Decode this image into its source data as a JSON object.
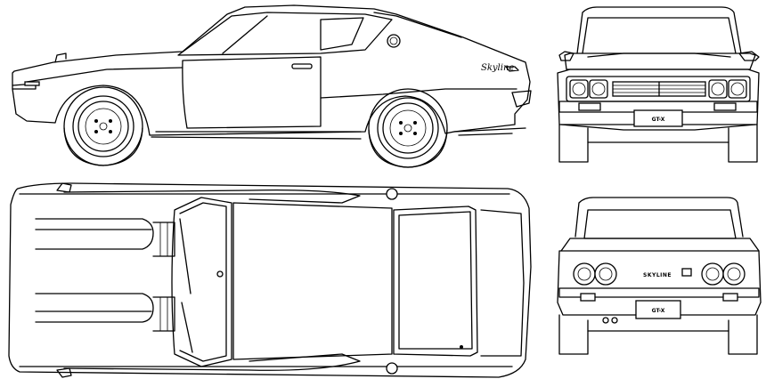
{
  "views": {
    "side": {
      "script_badge": "Skyline"
    },
    "front": {
      "plate": "GT-X"
    },
    "rear": {
      "badge": "SKYLINE",
      "plate": "GT-X"
    }
  },
  "colors": {
    "line": "#000000",
    "background": "#ffffff"
  }
}
